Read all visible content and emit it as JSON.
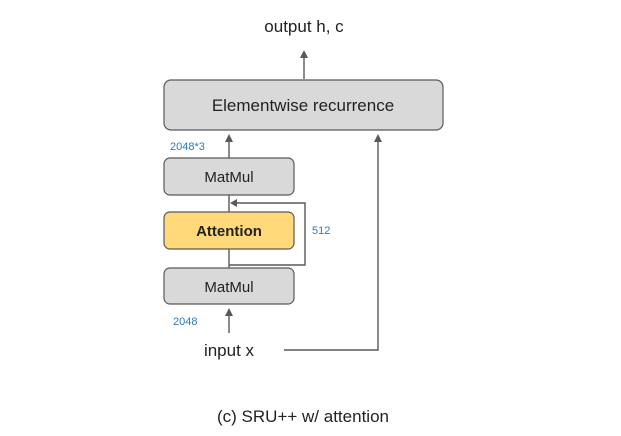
{
  "labels": {
    "output": "output h, c",
    "recurrence": "Elementwise recurrence",
    "matmul_top": "MatMul",
    "attention": "Attention",
    "matmul_bottom": "MatMul",
    "input": "input x",
    "caption": "(c) SRU++ w/ attention"
  },
  "dims": {
    "top": "2048*3",
    "attention": "512",
    "bottom": "2048"
  },
  "colors": {
    "box_gray": "#d9d9d9",
    "box_attention": "#ffd97a",
    "line": "#595959",
    "dim_text": "#2e7ab8"
  }
}
